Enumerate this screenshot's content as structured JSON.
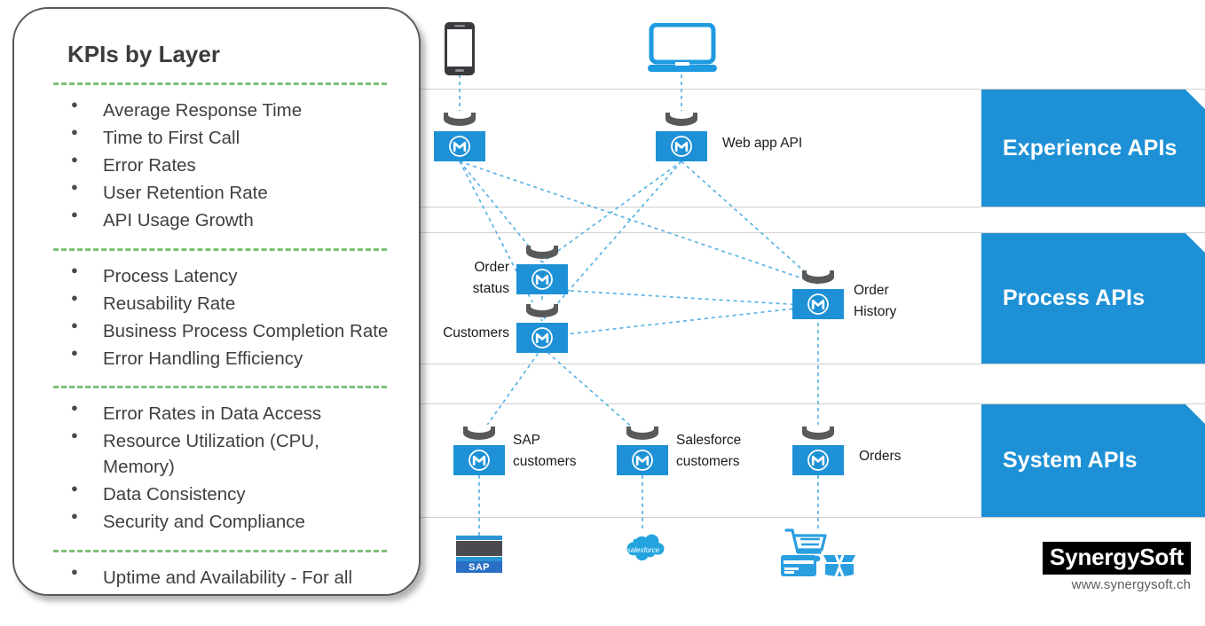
{
  "kpi_card": {
    "title": "KPIs by Layer",
    "groups": [
      {
        "name": "experience-layer-kpis",
        "items": [
          "Average Response Time",
          "Time to First Call",
          "Error Rates",
          "User Retention Rate",
          "API Usage Growth"
        ]
      },
      {
        "name": "process-layer-kpis",
        "items": [
          "Process Latency",
          "Reusability Rate",
          "Business Process Completion Rate",
          "Error Handling Efficiency"
        ]
      },
      {
        "name": "system-layer-kpis",
        "items": [
          "Error Rates in Data Access",
          "Resource Utilization (CPU, Memory)",
          "Data Consistency",
          "Security and Compliance"
        ]
      },
      {
        "name": "cross-cutting-kpis",
        "items": [
          "Uptime and Availability - For all"
        ]
      }
    ]
  },
  "layers": [
    {
      "id": "experience",
      "label": "Experience APIs"
    },
    {
      "id": "process",
      "label": "Process APIs"
    },
    {
      "id": "system",
      "label": "System APIs"
    }
  ],
  "devices": [
    {
      "id": "mobile",
      "icon": "mobile-phone-icon"
    },
    {
      "id": "laptop",
      "icon": "laptop-icon"
    }
  ],
  "api_nodes": {
    "experience": [
      {
        "id": "mobile-app-api",
        "label": "",
        "icon": "mulesoft-api-icon"
      },
      {
        "id": "web-app-api",
        "label": "Web app API",
        "icon": "mulesoft-api-icon"
      }
    ],
    "process": [
      {
        "id": "order-status",
        "label": "Order\nstatus",
        "icon": "mulesoft-api-icon"
      },
      {
        "id": "customers",
        "label": "Customers",
        "icon": "mulesoft-api-icon"
      },
      {
        "id": "order-history",
        "label": "Order\nHistory",
        "icon": "mulesoft-api-icon"
      }
    ],
    "system": [
      {
        "id": "sap-customers",
        "label": "SAP\ncustomers",
        "icon": "mulesoft-api-icon"
      },
      {
        "id": "salesforce-customers",
        "label": "Salesforce\ncustomers",
        "icon": "mulesoft-api-icon"
      },
      {
        "id": "orders",
        "label": "Orders",
        "icon": "mulesoft-api-icon"
      }
    ]
  },
  "backends": [
    {
      "id": "sap",
      "icon": "sap-logo",
      "text": "SAP"
    },
    {
      "id": "salesforce",
      "icon": "salesforce-logo",
      "text": "salesforce"
    },
    {
      "id": "ecommerce",
      "icon": "ecommerce-icon",
      "text": ""
    }
  ],
  "brand": {
    "name": "SynergySoft",
    "url": "www.synergysoft.ch"
  },
  "colors": {
    "accent_blue": "#1e91d6",
    "connector_blue": "#5bb3e4",
    "divider_green": "#7dc176",
    "band_line": "#d0d0d0",
    "icon_gray": "#58595b",
    "text_dark": "#3f3f3f"
  }
}
